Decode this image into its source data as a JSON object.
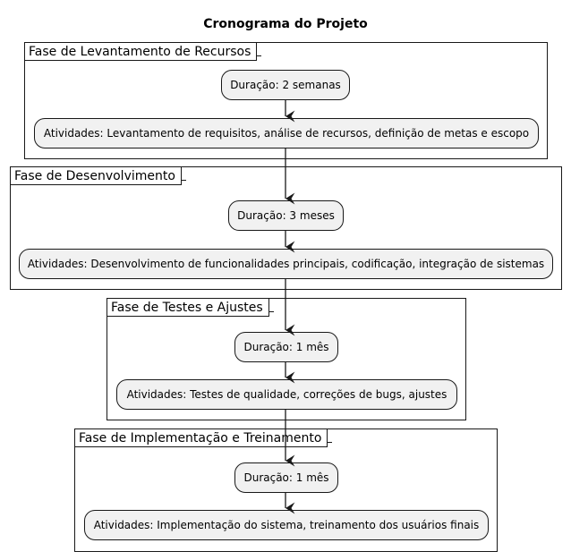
{
  "title": "Cronograma do Projeto",
  "phases": [
    {
      "name": "Fase de Levantamento de Recursos",
      "duration": "Duração: 2 semanas",
      "activities": "Atividades: Levantamento de requisitos, análise de recursos, definição de metas e escopo"
    },
    {
      "name": "Fase de Desenvolvimento",
      "duration": "Duração: 3 meses",
      "activities": "Atividades: Desenvolvimento de funcionalidades principais, codificação, integração de sistemas"
    },
    {
      "name": "Fase de Testes e Ajustes",
      "duration": "Duração: 1 mês",
      "activities": "Atividades: Testes de qualidade, correções de bugs, ajustes"
    },
    {
      "name": "Fase de Implementação e Treinamento",
      "duration": "Duração: 1 mês",
      "activities": "Atividades: Implementação do sistema, treinamento dos usuários finais"
    }
  ]
}
